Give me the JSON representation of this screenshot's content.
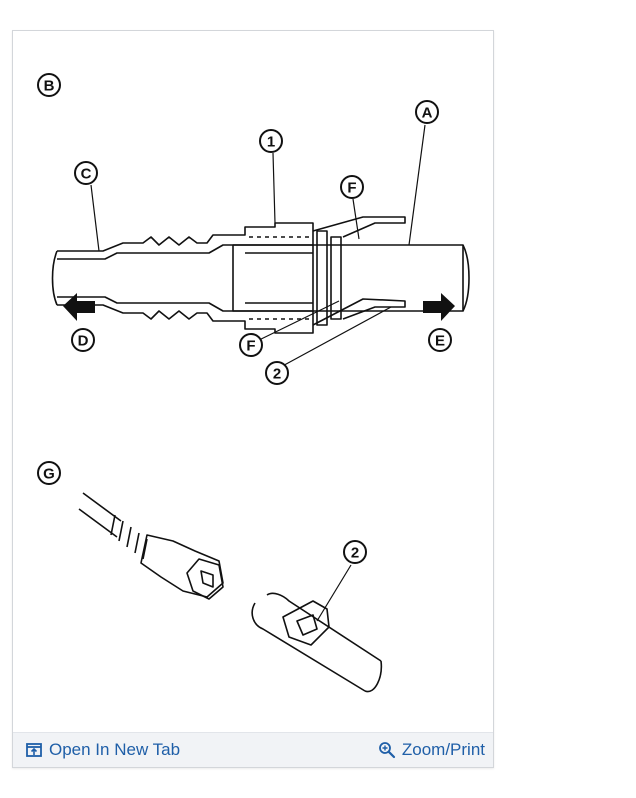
{
  "figure": {
    "panel_labels": {
      "b": "B",
      "g": "G"
    },
    "callouts": {
      "a": "A",
      "c": "C",
      "d": "D",
      "e": "E",
      "f_top": "F",
      "f_bottom": "F",
      "one": "1",
      "two_top": "2",
      "two_bottom": "2"
    }
  },
  "footer": {
    "open_label": "Open In New Tab",
    "open_icon": "open-in-new-tab-icon",
    "zoom_label": "Zoom/Print",
    "zoom_icon": "zoom-icon",
    "link_color": "#1f5fa8"
  }
}
